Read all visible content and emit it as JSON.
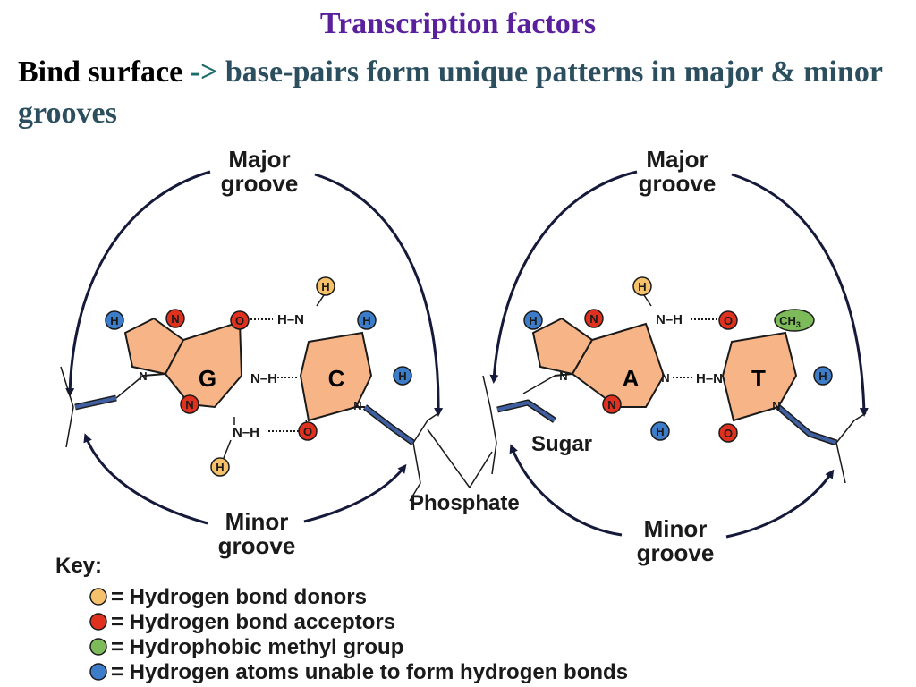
{
  "title": "Transcription factors",
  "subtitle": {
    "bind": "Bind surface",
    "arrow": "->",
    "rest": "base-pairs form unique patterns in major & minor grooves"
  },
  "grooves": {
    "major_line1": "Major",
    "major_line2": "groove",
    "minor_line1": "Minor",
    "minor_line2": "groove"
  },
  "labels": {
    "sugar": "Sugar",
    "phosphate": "Phosphate"
  },
  "bases": {
    "g": "G",
    "c": "C",
    "a": "A",
    "t": "T"
  },
  "atoms": {
    "h": "H",
    "n": "N",
    "o": "O",
    "ch3_main": "CH",
    "ch3_sub": "3"
  },
  "bonds": {
    "gc_top": "H–N",
    "gc_mid": "N–H",
    "gc_bot": "N–H",
    "at_top": "N–H",
    "at_mid": "H–N"
  },
  "key": {
    "title": "Key:",
    "items": [
      {
        "text": "= Hydrogen bond donors",
        "color": "#f5c26b"
      },
      {
        "text": "= Hydrogen bond acceptors",
        "color": "#e0301e"
      },
      {
        "text": "= Hydrophobic methyl group",
        "color": "#7dbb5a"
      },
      {
        "text": "= Hydrogen atoms unable to form hydrogen bonds",
        "color": "#3d7cc9"
      }
    ]
  },
  "colors": {
    "title": "#5a1f9c",
    "subtitle": "#2b4f5e",
    "ring": "#f7b486",
    "donor": "#f5c26b",
    "acceptor": "#e0301e",
    "methyl": "#7dbb5a",
    "hydrogen": "#3d7cc9",
    "backbone": "#3f5fa0",
    "arrow": "#15193a"
  }
}
